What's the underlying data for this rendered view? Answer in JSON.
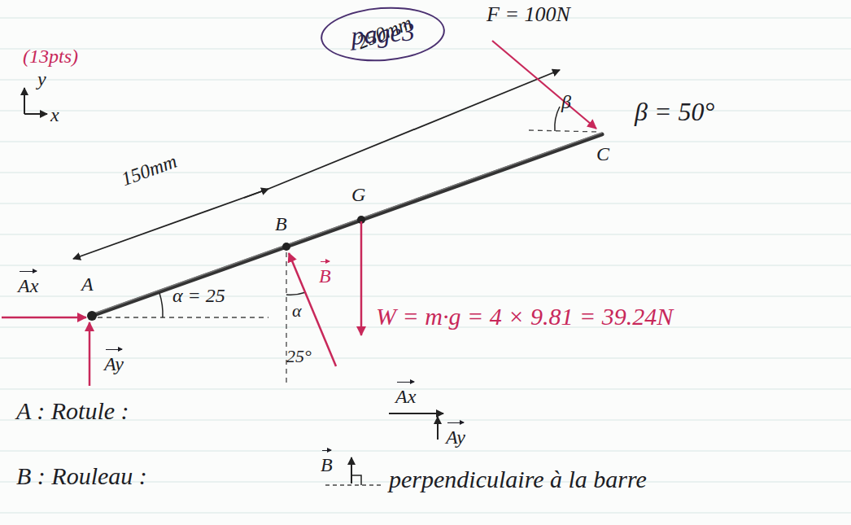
{
  "diagram": {
    "nodes": [
      {
        "text": [
          "page3"
        ]
      }
    ],
    "labels": [
      "(13pts)",
      "y",
      "x",
      "F = 100N",
      "β",
      "β = 50°",
      "C",
      "250mm",
      "150mm",
      "B",
      "G",
      "A",
      "Ax",
      "Ay",
      "B",
      "W = m·g = 4 × 9.81 = 39.24N",
      "α = 25",
      "α",
      "25°",
      "A : Rotule :",
      "Ax",
      "Ay",
      "B : Rouleau :",
      "B",
      "perpendiculaire à la barre"
    ]
  }
}
